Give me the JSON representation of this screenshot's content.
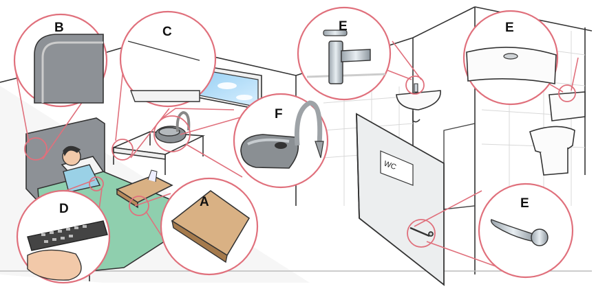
{
  "labels": {
    "bed_headboard": "B",
    "table_edge": "C",
    "tray_table": "A",
    "remote_control": "D",
    "alcohol_gel_dispenser": "F",
    "sink_tap": "E",
    "toilet_flush": "E",
    "door_handle": "E"
  },
  "door_sign": "WC",
  "colors": {
    "callout_ring": "#e0707c",
    "line": "#333333",
    "floor": "#f4f4f4",
    "wall": "#fafafa",
    "bedding": "#8fcfae",
    "tray": "#d9b184",
    "device": "#8a8f93",
    "window_sky": "#9fd3f0",
    "door": "#eceeef"
  }
}
